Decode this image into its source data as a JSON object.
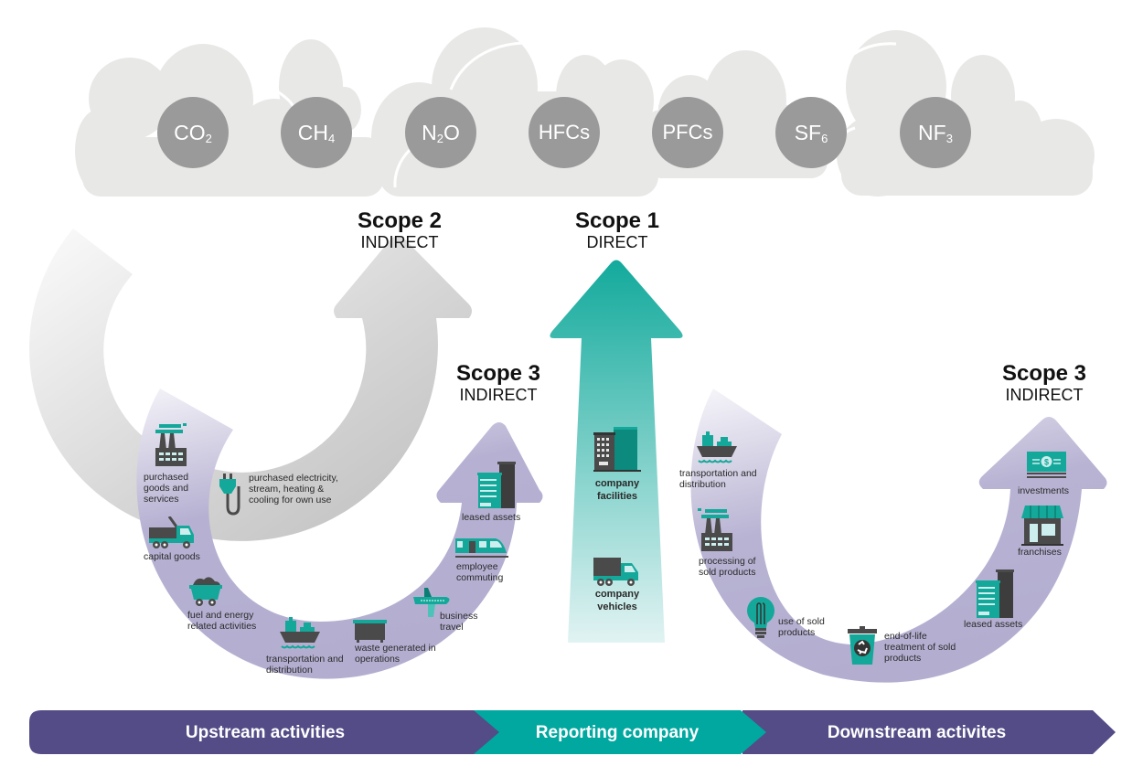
{
  "colors": {
    "cloud": "#e8e9e7",
    "gas_circle": "#9a9a9a",
    "scope2_arrow": "#bdbdbd",
    "scope1_arrow_top": "#13aa9c",
    "scope1_arrow_bottom": "#dff2f2",
    "scope3_arrow": "#b3aed0",
    "icon_teal": "#14a89a",
    "icon_dark": "#4a4a4a",
    "bar_purple": "#534c87",
    "bar_teal": "#00a8a0"
  },
  "gases": [
    {
      "base": "CO",
      "sub": "2"
    },
    {
      "base": "CH",
      "sub": "4"
    },
    {
      "base": "N",
      "sub": "2",
      "tail": "O"
    },
    {
      "base": "HFCs",
      "sub": ""
    },
    {
      "base": "PFCs",
      "sub": ""
    },
    {
      "base": "SF",
      "sub": "6"
    },
    {
      "base": "NF",
      "sub": "3"
    }
  ],
  "scopes": {
    "scope2": {
      "title": "Scope 2",
      "subtitle": "INDIRECT"
    },
    "scope1": {
      "title": "Scope 1",
      "subtitle": "DIRECT"
    },
    "scope3_upstream": {
      "title": "Scope 3",
      "subtitle": "INDIRECT"
    },
    "scope3_downstream": {
      "title": "Scope 3",
      "subtitle": "INDIRECT"
    }
  },
  "scope2_items": [
    {
      "icon": "power-plug-icon",
      "label": "purchased electricity, stream, heating & cooling for own use"
    }
  ],
  "scope1_items": [
    {
      "icon": "office-building-icon",
      "label": "company facilities"
    },
    {
      "icon": "truck-icon",
      "label": "company vehicles"
    }
  ],
  "upstream_items": [
    {
      "icon": "factory-icon",
      "label": "purchased goods and services"
    },
    {
      "icon": "crane-truck-icon",
      "label": "capital goods"
    },
    {
      "icon": "mine-cart-icon",
      "label": "fuel and energy related activities"
    },
    {
      "icon": "cargo-ship-icon",
      "label": "transportation and distribution"
    },
    {
      "icon": "waste-bin-icon",
      "label": "waste generated in operations"
    },
    {
      "icon": "airplane-icon",
      "label": "business travel"
    },
    {
      "icon": "train-icon",
      "label": "employee commuting"
    },
    {
      "icon": "leased-building-icon",
      "label": "leased assets"
    }
  ],
  "downstream_items": [
    {
      "icon": "cargo-ship-icon",
      "label": "transportation and distribution"
    },
    {
      "icon": "factory-icon",
      "label": "processing of sold products"
    },
    {
      "icon": "light-bulb-icon",
      "label": "use of sold products"
    },
    {
      "icon": "recycle-bin-icon",
      "label": "end-of-life treatment of sold products"
    },
    {
      "icon": "leased-building-icon",
      "label": "leased assets"
    },
    {
      "icon": "storefront-icon",
      "label": "franchises"
    },
    {
      "icon": "banknote-icon",
      "label": "investments"
    }
  ],
  "bottom_bar": {
    "upstream": "Upstream activities",
    "reporting": "Reporting company",
    "downstream": "Downstream activites"
  }
}
